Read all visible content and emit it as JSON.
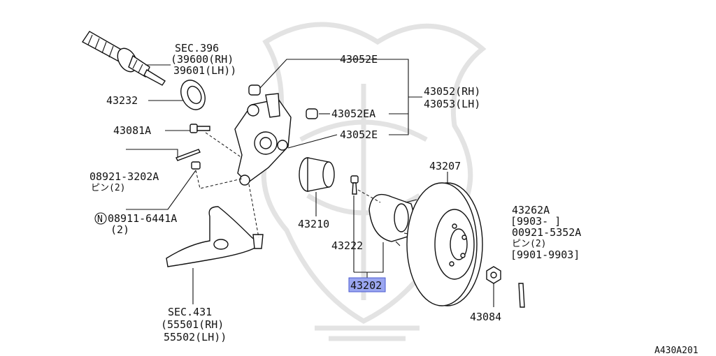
{
  "labels": {
    "sec396": "SEC.396",
    "p39600": "(39600(RH)",
    "p39601": "39601(LH))",
    "p43232": "43232",
    "p43052E_top": "43052E",
    "p43052_rh": "43052(RH)",
    "p43053_lh": "43053(LH)",
    "p43052EA": "43052EA",
    "p43052E_bottom": "43052E",
    "p43081A": "43081A",
    "p08921": "08921-3202A",
    "pin2_a": "ピン(2)",
    "circled_n": "N",
    "p08911": "08911-6441A",
    "qty2": "(2)",
    "p43210": "43210",
    "p43222": "43222",
    "p43202": "43202",
    "p43207": "43207",
    "p43262A": "43262A",
    "bracket_9903": "[9903-     ]",
    "p00921": "00921-5352A",
    "pin2_b": "ピン(2)",
    "bracket_9901": "[9901-9903]",
    "p43084": "43084",
    "sec431": "SEC.431",
    "p55501": "(55501(RH)",
    "p55502": "55502(LH))",
    "figure_code": "A430A201"
  },
  "colors": {
    "highlight": "#9aa6f0",
    "highlight_border": "#4a5ad0",
    "ink": "#111111",
    "watermark": "#e3e3e3"
  },
  "icons": [
    "drive-shaft-icon",
    "oil-seal-icon",
    "knuckle-icon",
    "bushing-icon",
    "bolt-icon",
    "cotter-pin-icon",
    "nut-icon",
    "lower-arm-icon",
    "hub-cap-icon",
    "wheel-hub-icon",
    "brake-rotor-icon",
    "watermark-helmet-icon"
  ]
}
